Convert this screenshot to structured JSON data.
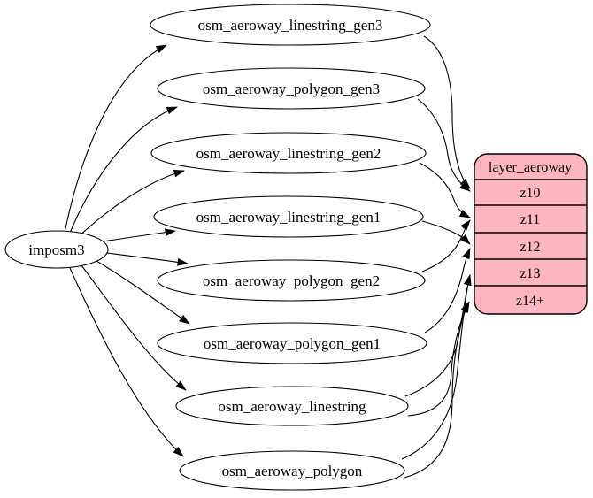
{
  "diagram": {
    "source": {
      "label": "imposm3"
    },
    "tables": [
      {
        "label": "osm_aeroway_linestring_gen3"
      },
      {
        "label": "osm_aeroway_polygon_gen3"
      },
      {
        "label": "osm_aeroway_linestring_gen2"
      },
      {
        "label": "osm_aeroway_linestring_gen1"
      },
      {
        "label": "osm_aeroway_polygon_gen2"
      },
      {
        "label": "osm_aeroway_polygon_gen1"
      },
      {
        "label": "osm_aeroway_linestring"
      },
      {
        "label": "osm_aeroway_polygon"
      }
    ],
    "layer": {
      "title": "layer_aeroway",
      "rows": [
        "z10",
        "z11",
        "z12",
        "z13",
        "z14+"
      ]
    },
    "colors": {
      "layer_fill": "#ffb6c1",
      "stroke": "#000000",
      "node_fill": "#ffffff"
    }
  }
}
